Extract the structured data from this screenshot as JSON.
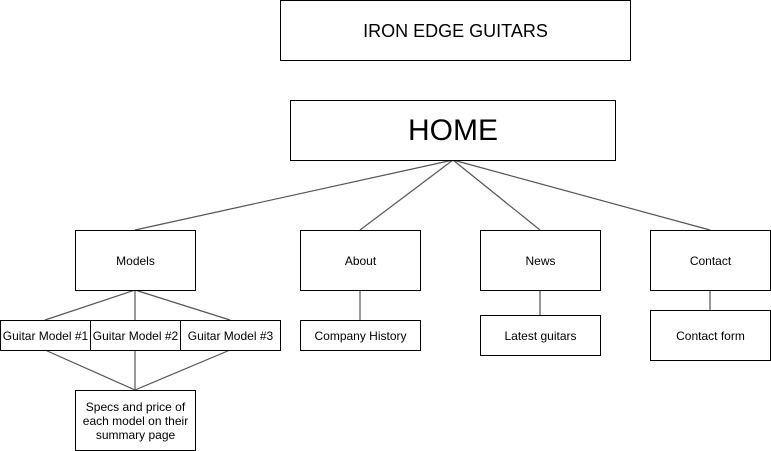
{
  "diagram": {
    "title": "IRON EDGE GUITARS",
    "home": "HOME",
    "sections": {
      "models": "Models",
      "about": "About",
      "news": "News",
      "contact": "Contact"
    },
    "models_children": [
      "Guitar Model #1",
      "Guitar Model #2",
      "Guitar Model #3"
    ],
    "models_detail": "Specs and price of each model on their summary page",
    "about_child": "Company History",
    "news_child": "Latest guitars",
    "contact_child": "Contact form"
  },
  "colors": {
    "stroke": "#000000",
    "connector": "#555555",
    "background": "#ffffff"
  }
}
